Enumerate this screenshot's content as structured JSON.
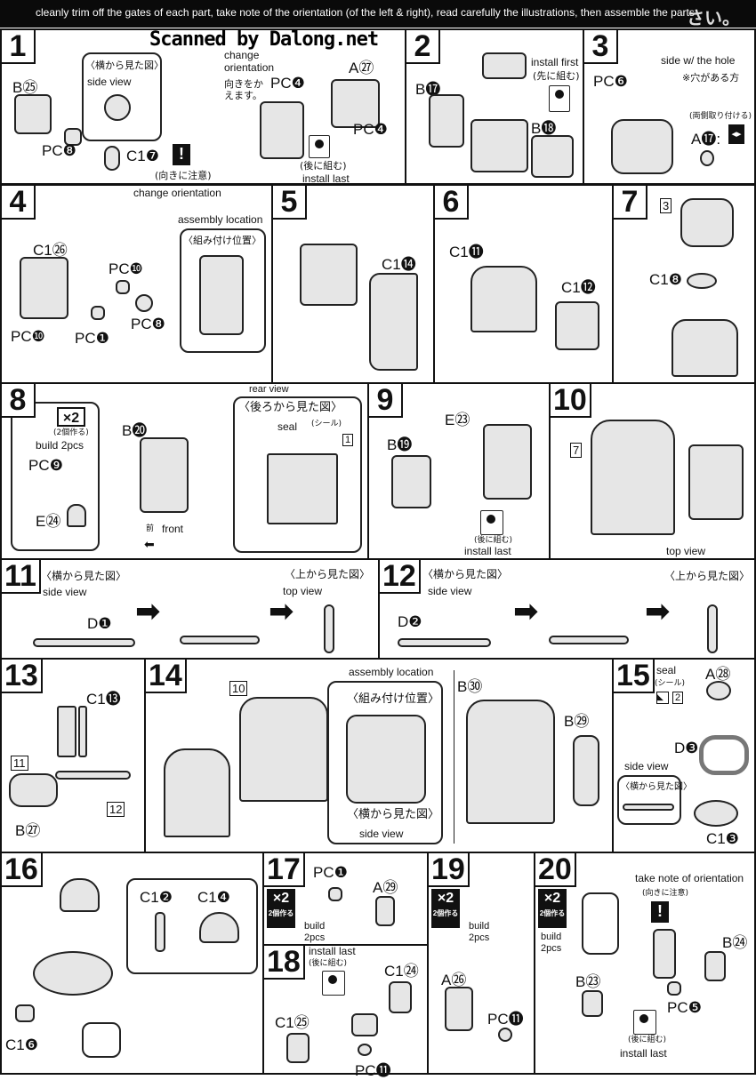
{
  "header": {
    "instruction": "cleanly trim off the gates of each part, take note of the orientation (of the left & right), read carefully the illustrations, then assemble the parts",
    "jp_tail": "さい。"
  },
  "watermark": "Scanned by Dalong.net",
  "steps": {
    "s1": {
      "num": "1",
      "side_view_jp": "〈横から見た図〉",
      "side_view": "side view",
      "change": "change orientation",
      "change_jp": "向きをかえます。",
      "b25": "B㉕",
      "pc8": "PC❽",
      "c17": "C1❼",
      "note_jp": "(向きに注意)",
      "pc4a": "PC❹",
      "a27": "A㉗",
      "pc4b": "PC❹",
      "last_jp": "(後に組む)",
      "last": "install last"
    },
    "s2": {
      "num": "2",
      "first": "install first",
      "first_jp": "(先に組む)",
      "b17": "B⓱",
      "b18": "B⓲"
    },
    "s3": {
      "num": "3",
      "hole": "side w/ the hole",
      "hole_jp": "※穴がある方",
      "pc6": "PC❻",
      "both_jp": "(両側取り付ける)",
      "a17": "A⓱:"
    },
    "s4": {
      "num": "4",
      "change": "change orientation",
      "loc": "assembly location",
      "loc_jp": "〈組み付け位置〉",
      "c26": "C1㉖",
      "pc10a": "PC❿",
      "pc8": "PC❽",
      "pc10b": "PC❿",
      "pc1": "PC❶"
    },
    "s5": {
      "num": "5",
      "c14": "C1⓮"
    },
    "s6": {
      "num": "6",
      "c11": "C1⓫",
      "c12": "C1⓬"
    },
    "s7": {
      "num": "7",
      "ref": "3",
      "c8": "C1❽"
    },
    "s8": {
      "num": "8",
      "x2": "×2",
      "x2_jp": "(2個作る)",
      "build": "build 2pcs",
      "pc9": "PC❾",
      "e24": "E㉔",
      "b20": "B⓴",
      "front_jp": "前",
      "front": "front",
      "rear": "rear view",
      "rear_jp": "〈後ろから見た図〉",
      "seal": "seal",
      "seal_jp": "(シール)",
      "seal_no": "1"
    },
    "s9": {
      "num": "9",
      "e23": "E㉓",
      "b19": "B⓳",
      "last_jp": "(後に組む)",
      "last": "install last"
    },
    "s10": {
      "num": "10",
      "ref": "7",
      "top": "top view"
    },
    "s11": {
      "num": "11",
      "side_jp": "〈横から見た図〉",
      "side": "side view",
      "d1": "D❶",
      "top_jp": "〈上から見た図〉",
      "top": "top view"
    },
    "s12": {
      "num": "12",
      "side_jp": "〈横から見た図〉",
      "side": "side view",
      "d2": "D❷",
      "top_jp": "〈上から見た図〉"
    },
    "s13": {
      "num": "13",
      "c13": "C1⓭",
      "ref11": "11",
      "ref12": "12",
      "b27": "B㉗"
    },
    "s14": {
      "num": "14",
      "ref10": "10",
      "loc": "assembly location",
      "loc_jp": "〈組み付け位置〉",
      "side_jp": "〈横から見た図〉",
      "side": "side view",
      "b30": "B㉚",
      "b29": "B㉙"
    },
    "s15": {
      "num": "15",
      "seal": "seal",
      "seal_jp": "(シール)",
      "seal_no": "2",
      "a28": "A㉘",
      "d3": "D❸",
      "side": "side view",
      "side_jp": "〈横から見た図〉",
      "c3": "C1❸"
    },
    "s16": {
      "num": "16",
      "c2": "C1❷",
      "c4": "C1❹",
      "c6": "C1❻"
    },
    "s17": {
      "num": "17",
      "x2": "×2",
      "x2_jp": "2個作る",
      "build": "build 2pcs",
      "pc1": "PC❶",
      "a29": "A㉙"
    },
    "s18": {
      "num": "18",
      "last": "install last",
      "last_jp": "(後に組む)",
      "c24": "C1㉔",
      "c25": "C1㉕",
      "pc11": "PC⓫"
    },
    "s19": {
      "num": "19",
      "x2": "×2",
      "x2_jp": "2個作る",
      "build": "build 2pcs",
      "a26": "A㉖",
      "pc11": "PC⓫"
    },
    "s20": {
      "num": "20",
      "x2": "×2",
      "x2_jp": "2個作る",
      "build": "build 2pcs",
      "note": "take note of orientation",
      "note_jp": "(向きに注意)",
      "b24": "B㉔",
      "b23": "B㉓",
      "pc5": "PC❺",
      "last_jp": "(後に組む)",
      "last": "install last"
    }
  }
}
